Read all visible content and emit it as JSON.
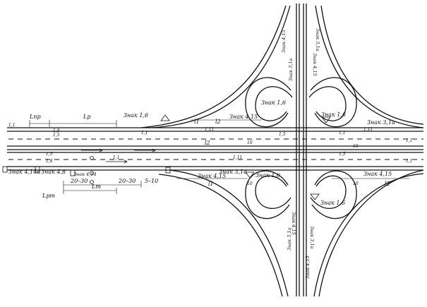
{
  "labels": {
    "lpr": "Lпр",
    "lp": "Lp",
    "lpt": "Lрт",
    "lt": "Lт",
    "l1": "l1",
    "l2": "l2",
    "znak16": "Знак 1,6",
    "znak415": "Знак 4,15",
    "znak31a": "Знак 3,1а",
    "znak48a": "Знак 4,8",
    "znak414a": "Знак 4,14а",
    "znak414": "Знак 4,14",
    "d2030a": "20–30",
    "d2030b": "20–30",
    "d510": "5–10",
    "m11": "1,1",
    "m15": "1,5",
    "m18": "1,8",
    "m111": "1,11",
    "m10": "10"
  }
}
